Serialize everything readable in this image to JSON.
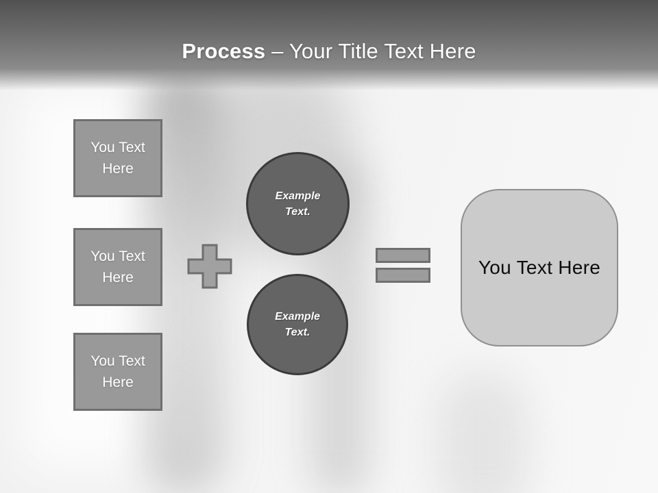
{
  "header": {
    "title_bold": "Process",
    "title_rest": " – Your Title Text Here"
  },
  "left_boxes": [
    {
      "label": "You Text Here"
    },
    {
      "label": "You Text Here"
    },
    {
      "label": "You Text Here"
    }
  ],
  "circles": [
    {
      "line1": "Example",
      "line2": "Text."
    },
    {
      "line1": "Example",
      "line2": "Text."
    }
  ],
  "operators": {
    "plus_icon": "plus-sign",
    "equals_icon": "equals-sign"
  },
  "result_box": {
    "label": "You Text Here"
  },
  "colors": {
    "header_top": "#515151",
    "header_bottom": "#8b8b8b",
    "box_fill": "#999999",
    "box_border": "#6f6f6f",
    "circle_fill": "#646464",
    "circle_border": "#3a3a3a",
    "operator_fill": "#a1a1a1",
    "operator_border": "#6e6e6e",
    "result_fill": "#cbcbcb",
    "result_border": "#8f8f8f",
    "title_text": "#ffffff",
    "box_text": "#ffffff",
    "circle_text": "#ffffff",
    "result_text": "#0d0d0d"
  }
}
